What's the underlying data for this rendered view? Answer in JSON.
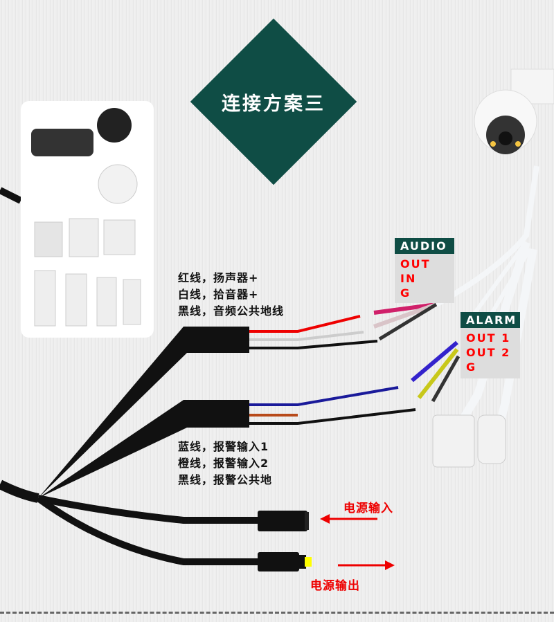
{
  "title": "连接方案三",
  "audio_notes": [
    "红线，扬声器+",
    "白线，拾音器+",
    "黑线，音频公共地线"
  ],
  "alarm_notes": [
    "蓝线，报警输入1",
    "橙线，报警输入2",
    "黑线，报警公共地"
  ],
  "audio_label": {
    "header": "AUDIO",
    "items": [
      "OUT",
      "IN",
      "G"
    ]
  },
  "alarm_label": {
    "header": "ALARM",
    "items": [
      "OUT 1",
      "OUT 2",
      "G"
    ]
  },
  "power_in": "电源输入",
  "power_out": "电源输出",
  "colors": {
    "brand": "#0f4d45",
    "accent": "#ff0000"
  }
}
